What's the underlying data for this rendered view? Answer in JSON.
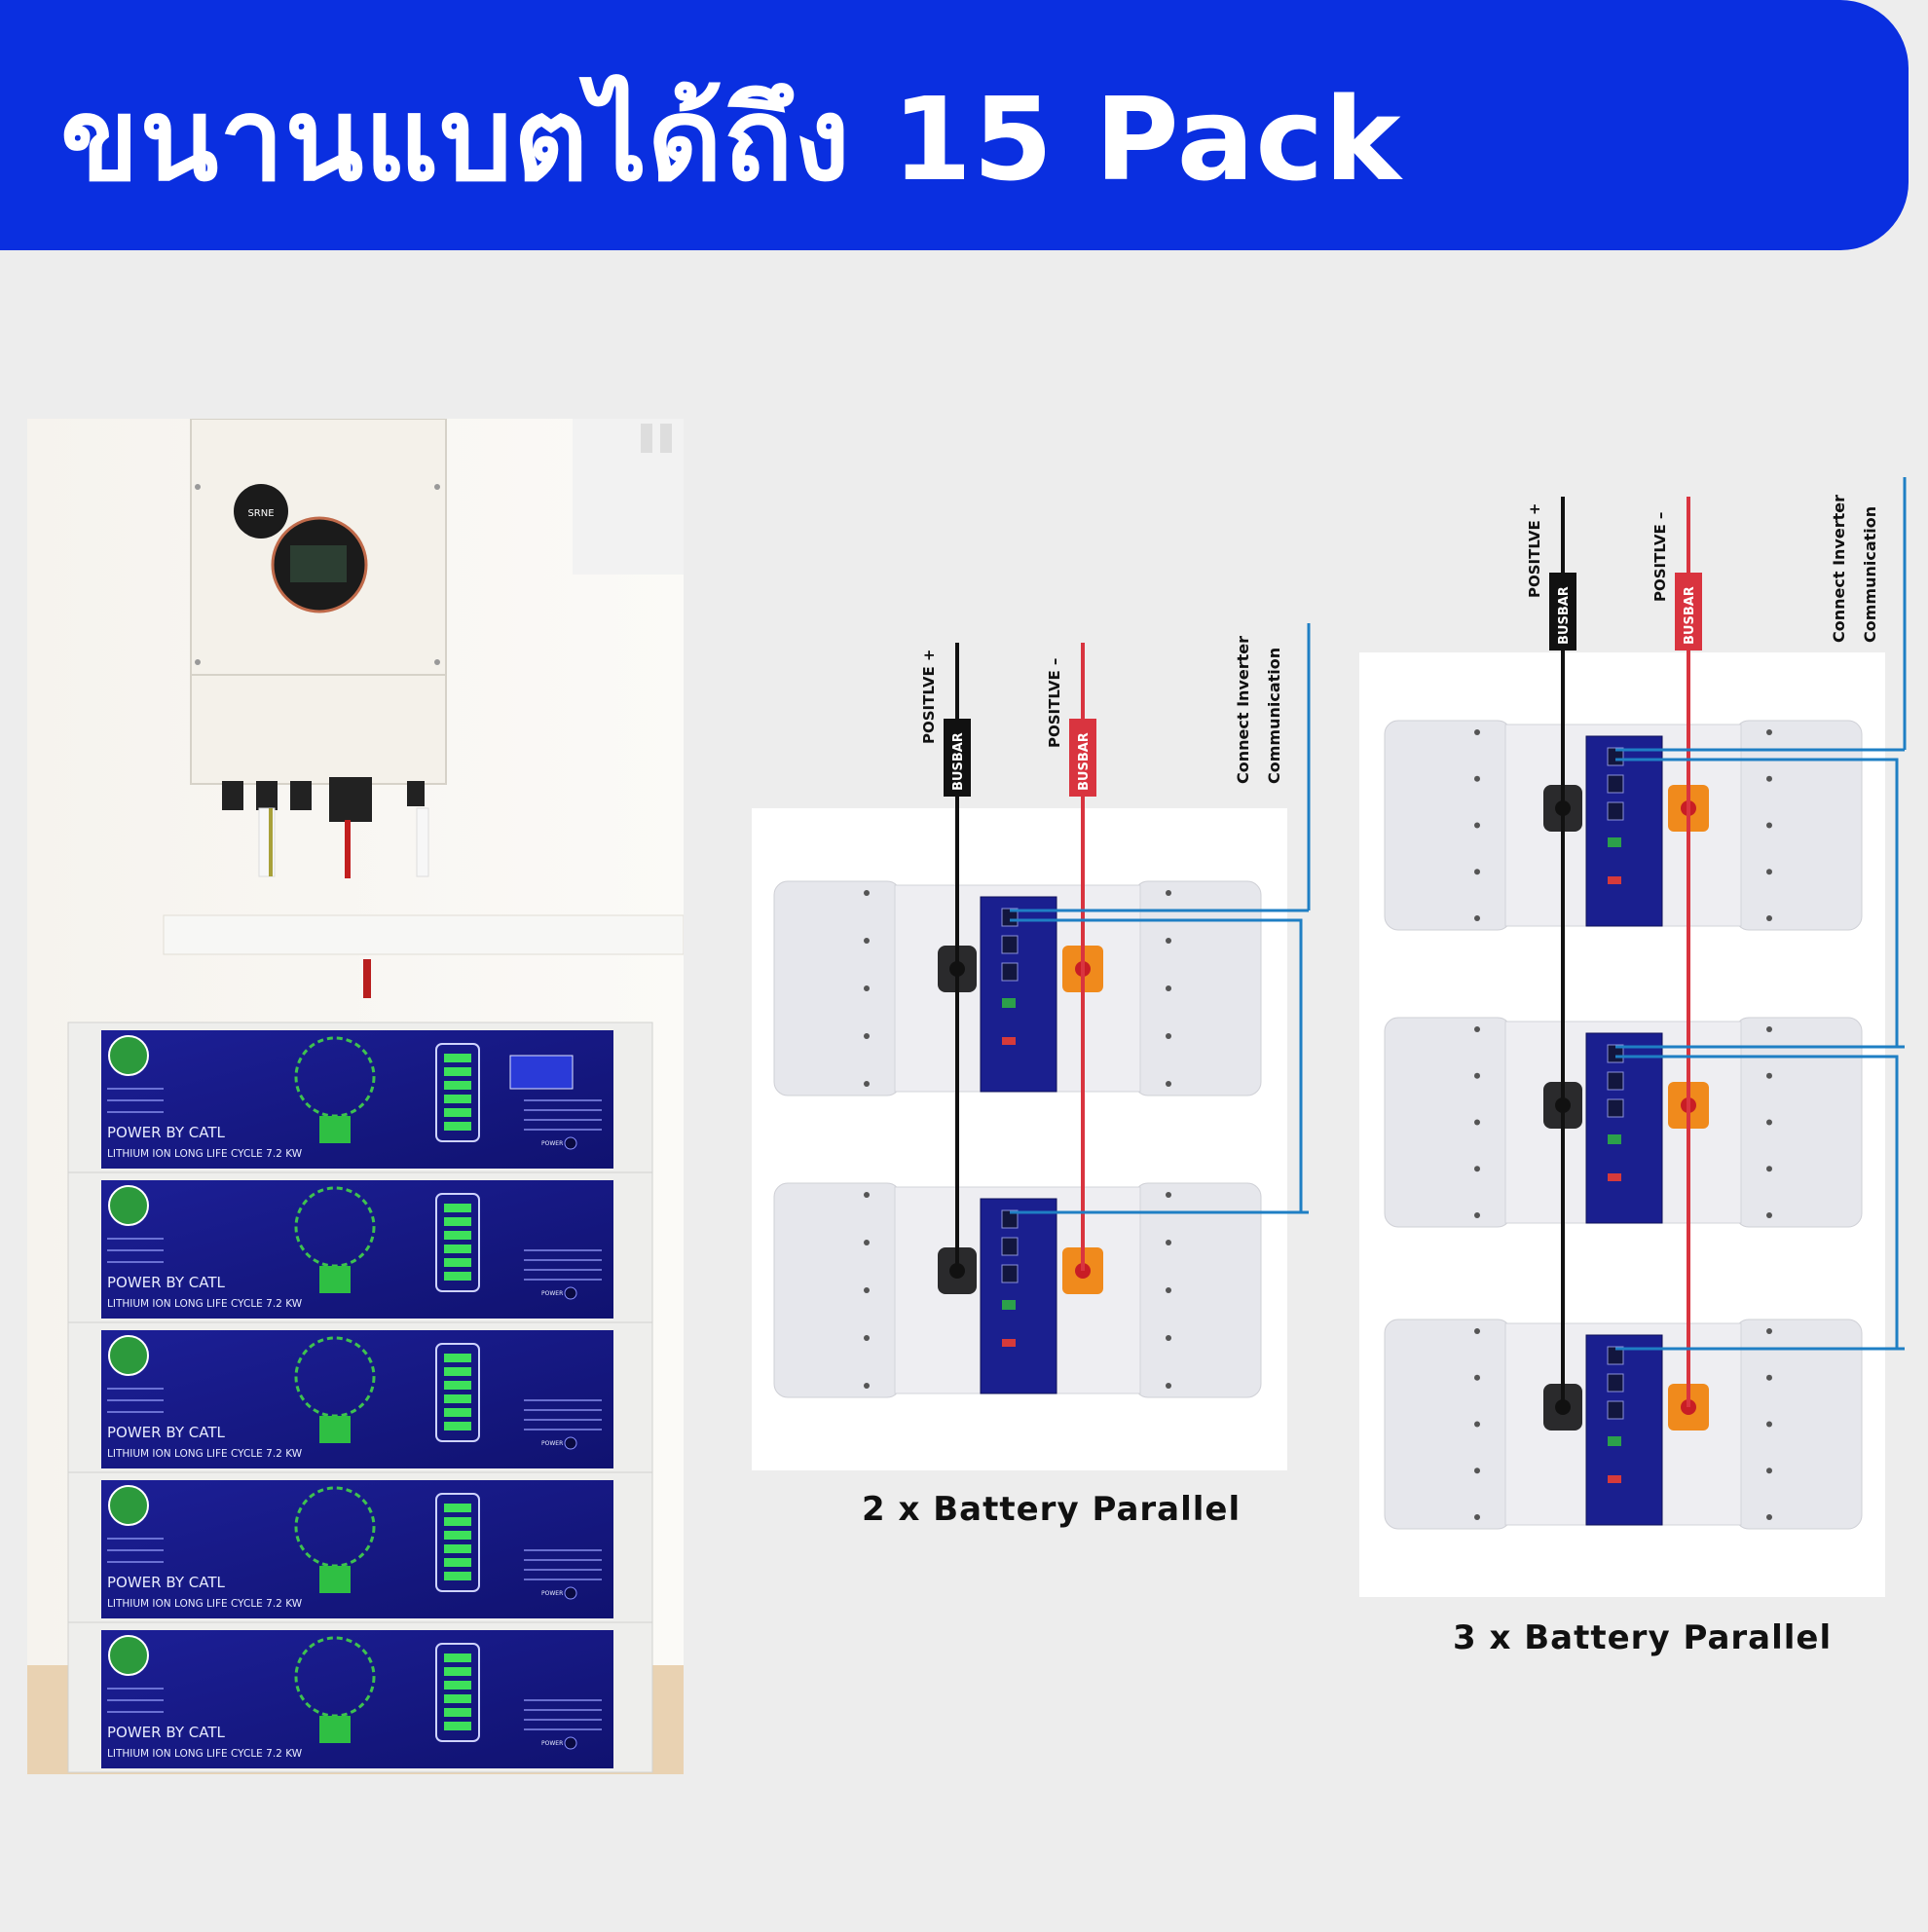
{
  "header": {
    "title": "ขนานแบตได้ถึง 15 Pack"
  },
  "photo": {
    "inverter_brand": "SRNE",
    "battery_text_1": "POWER BY CATL",
    "battery_text_2": "LITHIUM ION LONG LIFE CYCLE 7.2 KW",
    "battery_power_label": "POWER",
    "battery_count_visible": 5
  },
  "diagram_2": {
    "caption": "2 x Battery Parallel",
    "positive_label": "POSITLVE +",
    "negative_label": "POSITLVE –",
    "busbar_label": "BUSBAR",
    "comm_label_1": "Connect Inverter",
    "comm_label_2": "Communication",
    "battery_count": 2
  },
  "diagram_3": {
    "caption": "3 x Battery Parallel",
    "positive_label": "POSITLVE +",
    "negative_label": "POSITLVE –",
    "busbar_label": "BUSBAR",
    "comm_label_1": "Connect Inverter",
    "comm_label_2": "Communication",
    "battery_count": 3
  },
  "colors": {
    "banner": "#0a2fe0",
    "battery_panel": "#1a1f8f",
    "positive_wire": "#111111",
    "negative_wire": "#d9343f",
    "comm_wire": "#1f7fc4",
    "terminal_orange": "#f08a1c"
  }
}
